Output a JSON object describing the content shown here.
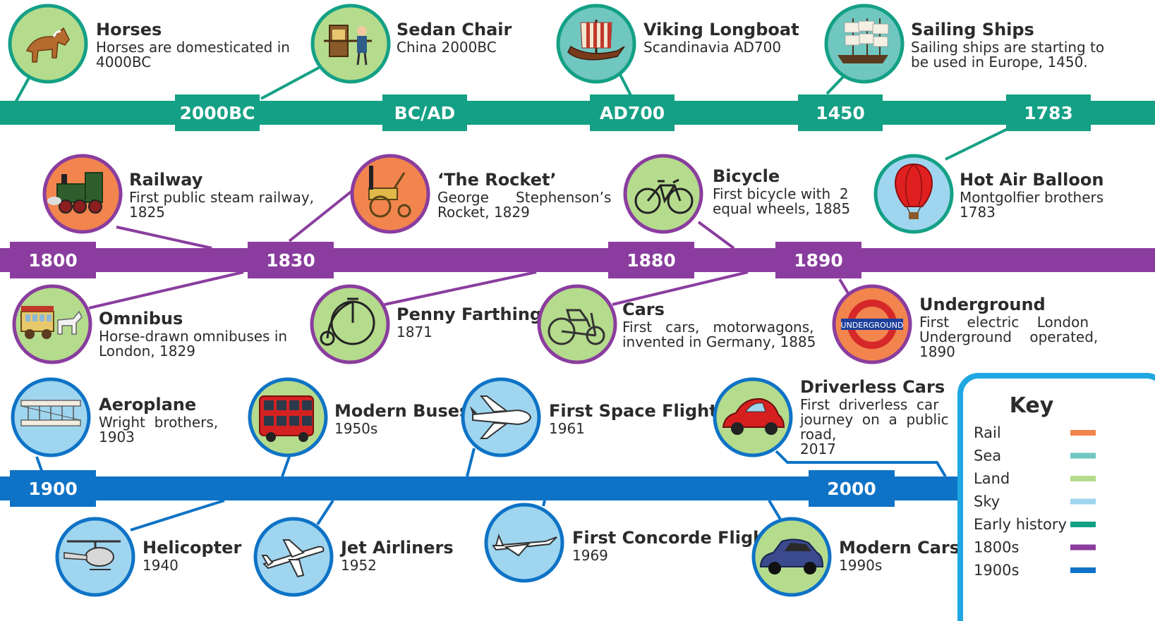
{
  "colors": {
    "rail": "#f2844e",
    "sea": "#6fc7c0",
    "land": "#b5db8d",
    "sky": "#9fd5ef",
    "early_history": "#14a085",
    "c1800s": "#8a3d9e",
    "c1900s": "#0e73c6"
  },
  "bands": [
    {
      "id": "early",
      "color": "#14a085",
      "labels": [
        "2000BC",
        "BC/AD",
        "AD700",
        "1450",
        "1783"
      ]
    },
    {
      "id": "1800s",
      "color": "#8a3d9e",
      "labels": [
        "1800",
        "1830",
        "1880",
        "1890"
      ]
    },
    {
      "id": "1900s",
      "color": "#0e73c6",
      "labels": [
        "1900",
        "2000"
      ]
    }
  ],
  "events": [
    {
      "id": "horses",
      "icon": "horse-icon",
      "circle_fill": "#b5db8d",
      "border": "#14a085",
      "title": "Horses",
      "desc": [
        "Horses are domesticated in",
        "4000BC"
      ]
    },
    {
      "id": "sedan-chair",
      "icon": "sedan-chair-icon",
      "circle_fill": "#b5db8d",
      "border": "#14a085",
      "title": "Sedan Chair",
      "desc": [
        "China 2000BC"
      ]
    },
    {
      "id": "viking-longboat",
      "icon": "longboat-icon",
      "circle_fill": "#6fc7c0",
      "border": "#14a085",
      "title": "Viking Longboat",
      "desc": [
        "Scandinavia AD700"
      ]
    },
    {
      "id": "sailing-ships",
      "icon": "sailing-ship-icon",
      "circle_fill": "#6fc7c0",
      "border": "#14a085",
      "title": "Sailing Ships",
      "desc": [
        "Sailing ships are starting to",
        "be used in Europe, 1450."
      ]
    },
    {
      "id": "railway",
      "icon": "steam-train-icon",
      "circle_fill": "#f2844e",
      "border": "#8a3d9e",
      "title": "Railway",
      "desc": [
        "First public steam railway,",
        "1825"
      ]
    },
    {
      "id": "the-rocket",
      "icon": "rocket-locomotive-icon",
      "circle_fill": "#f2844e",
      "border": "#8a3d9e",
      "title": "‘The Rocket’",
      "desc": [
        "George      Stephenson’s",
        "Rocket, 1829"
      ]
    },
    {
      "id": "bicycle",
      "icon": "bicycle-icon",
      "circle_fill": "#b5db8d",
      "border": "#8a3d9e",
      "title": "Bicycle",
      "desc": [
        "First bicycle with  2",
        "equal wheels, 1885"
      ]
    },
    {
      "id": "hot-air-balloon",
      "icon": "hot-air-balloon-icon",
      "circle_fill": "#9fd5ef",
      "border": "#14a085",
      "title": "Hot Air Balloon",
      "desc": [
        "Montgolfier brothers",
        "1783"
      ]
    },
    {
      "id": "omnibus",
      "icon": "omnibus-icon",
      "circle_fill": "#b5db8d",
      "border": "#8a3d9e",
      "title": "Omnibus",
      "desc": [
        "Horse-drawn omnibuses in",
        "London, 1829"
      ]
    },
    {
      "id": "penny-farthing",
      "icon": "penny-farthing-icon",
      "circle_fill": "#b5db8d",
      "border": "#8a3d9e",
      "title": "Penny Farthing",
      "desc": [
        "1871"
      ]
    },
    {
      "id": "cars",
      "icon": "motorwagon-icon",
      "circle_fill": "#b5db8d",
      "border": "#8a3d9e",
      "title": "Cars",
      "desc": [
        "First   cars,   motorwagons,",
        "invented in Germany, 1885"
      ]
    },
    {
      "id": "underground",
      "icon": "underground-roundel-icon",
      "circle_fill": "#f2844e",
      "border": "#8a3d9e",
      "title": "Underground",
      "desc": [
        "First    electric    London",
        "Underground    operated,",
        "1890"
      ],
      "icon_text": "UNDERGROUND"
    },
    {
      "id": "aeroplane",
      "icon": "biplane-icon",
      "circle_fill": "#9fd5ef",
      "border": "#0e73c6",
      "title": "Aeroplane",
      "desc": [
        "Wright  brothers,",
        "1903"
      ]
    },
    {
      "id": "modern-buses",
      "icon": "double-decker-bus-icon",
      "circle_fill": "#b5db8d",
      "border": "#0e73c6",
      "title": "Modern Buses",
      "desc": [
        "1950s"
      ]
    },
    {
      "id": "first-space-flight",
      "icon": "space-shuttle-icon",
      "circle_fill": "#9fd5ef",
      "border": "#0e73c6",
      "title": "First Space Flight",
      "desc": [
        "1961"
      ]
    },
    {
      "id": "driverless-cars",
      "icon": "beetle-car-icon",
      "circle_fill": "#b5db8d",
      "border": "#0e73c6",
      "title": "Driverless Cars",
      "desc": [
        "First  driverless  car",
        "journey  on  a  public",
        "road,",
        "2017"
      ]
    },
    {
      "id": "helicopter",
      "icon": "helicopter-icon",
      "circle_fill": "#9fd5ef",
      "border": "#0e73c6",
      "title": "Helicopter",
      "desc": [
        "1940"
      ]
    },
    {
      "id": "jet-airliners",
      "icon": "jet-airliner-icon",
      "circle_fill": "#9fd5ef",
      "border": "#0e73c6",
      "title": "Jet Airliners",
      "desc": [
        "1952"
      ]
    },
    {
      "id": "first-concorde-flight",
      "icon": "concorde-icon",
      "circle_fill": "#9fd5ef",
      "border": "#0e73c6",
      "title": "First Concorde Flight",
      "desc": [
        "1969"
      ]
    },
    {
      "id": "modern-cars",
      "icon": "modern-car-icon",
      "circle_fill": "#b5db8d",
      "border": "#0e73c6",
      "title": "Modern Cars",
      "desc": [
        "1990s"
      ]
    }
  ],
  "key": {
    "title": "Key",
    "border": "#1fa7e1",
    "items": [
      {
        "label": "Rail",
        "color": "#f2844e"
      },
      {
        "label": "Sea",
        "color": "#6fc7c0"
      },
      {
        "label": "Land",
        "color": "#b5db8d"
      },
      {
        "label": "Sky",
        "color": "#9fd5ef"
      },
      {
        "label": "Early history",
        "color": "#14a085"
      },
      {
        "label": "1800s",
        "color": "#8a3d9e"
      },
      {
        "label": "1900s",
        "color": "#0e73c6"
      }
    ]
  }
}
